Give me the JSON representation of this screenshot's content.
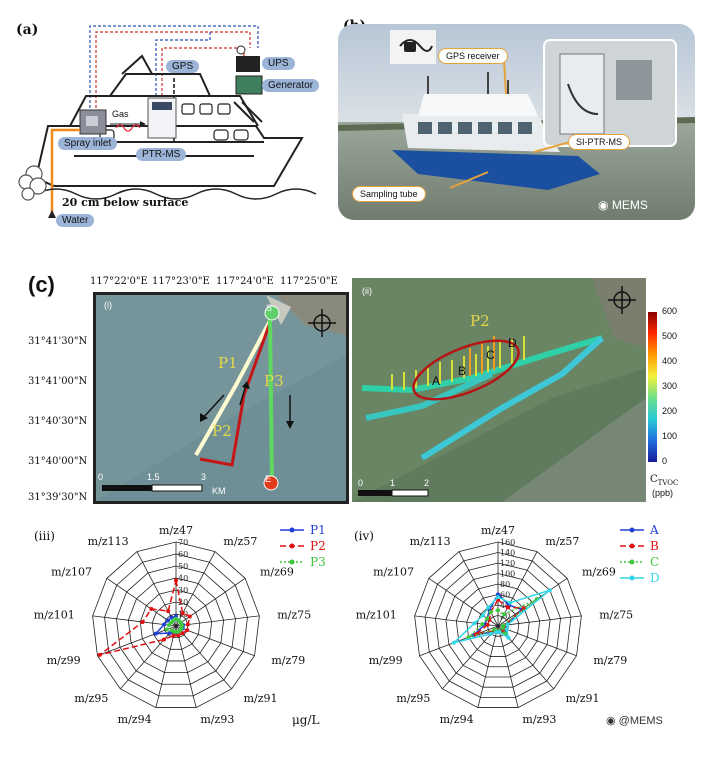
{
  "panel_a": {
    "label": "(a)",
    "labels": {
      "gps": "GPS",
      "ups": "UPS",
      "generator": "Generator",
      "gas": "Gas",
      "spray_inlet": "Spray inlet",
      "ptr_ms": "PTR-MS",
      "depth": "20 cm below surface",
      "water": "Water"
    }
  },
  "panel_b": {
    "label": "(b)",
    "callouts": {
      "gps_receiver": "GPS receiver",
      "si_ptr_ms": "SI-PTR-MS",
      "sampling_tube": "Sampling tube"
    },
    "watermark": "MEMS"
  },
  "panel_c": {
    "label": "(c)",
    "map_i": {
      "label": "(i)",
      "top_ticks": [
        "117°22'0\"E",
        "117°23'0\"E",
        "117°24'0\"E",
        "117°25'0\"E"
      ],
      "left_ticks": [
        "31°41'30\"N",
        "31°41'00\"N",
        "31°40'30\"N",
        "31°40'00\"N",
        "31°39'30\"N"
      ],
      "scale": [
        "0",
        "1.5",
        "3"
      ],
      "scale_unit": "KM",
      "paths": [
        "P1",
        "P2",
        "P3"
      ],
      "start": "S",
      "end": "E"
    },
    "map_ii": {
      "label": "(ii)",
      "region": "P2",
      "points": [
        "A",
        "B",
        "C",
        "D"
      ],
      "scale": [
        "0",
        "1",
        "2"
      ],
      "colorbar_ticks": [
        "600",
        "500",
        "400",
        "300",
        "200",
        "100",
        "0"
      ],
      "colorbar_label": "C",
      "colorbar_sub": "TVOC",
      "colorbar_unit": "(ppb)"
    }
  },
  "colors": {
    "p1": "#1f3fd6",
    "p2": "#e01010",
    "p3": "#3cc83c",
    "a": "#1f3fd6",
    "b": "#e01010",
    "c": "#3cc83c",
    "d": "#33d6e6",
    "pill": "#9bb4d8",
    "orange": "#f08a1c"
  },
  "chart_data": [
    {
      "type": "radar",
      "label": "(iii)",
      "unit": "μg/L",
      "axes": [
        "m/z47",
        "m/z57",
        "m/z69",
        "m/z75",
        "m/z79",
        "m/z91",
        "m/z93",
        "m/z94",
        "m/z95",
        "m/z99",
        "m/z101",
        "m/z107",
        "m/z113"
      ],
      "rticks": [
        10,
        20,
        30,
        40,
        50,
        60,
        70
      ],
      "rlim": [
        0,
        70
      ],
      "series": [
        {
          "name": "P1",
          "values": [
            8,
            5,
            5,
            6,
            6,
            5,
            6,
            6,
            8,
            18,
            10,
            8,
            8
          ]
        },
        {
          "name": "P2",
          "values": [
            38,
            12,
            14,
            10,
            10,
            8,
            8,
            8,
            15,
            68,
            28,
            25,
            14
          ]
        },
        {
          "name": "P3",
          "values": [
            6,
            5,
            5,
            5,
            5,
            5,
            5,
            5,
            5,
            8,
            6,
            5,
            5
          ]
        }
      ]
    },
    {
      "type": "radar",
      "label": "(iv)",
      "unit": "",
      "axes": [
        "m/z47",
        "m/z57",
        "m/z69",
        "m/z75",
        "m/z79",
        "m/z91",
        "m/z93",
        "m/z94",
        "m/z95",
        "m/z99",
        "m/z101",
        "m/z107",
        "m/z113"
      ],
      "rticks": [
        20,
        40,
        60,
        80,
        100,
        120,
        140,
        160
      ],
      "rlim": [
        0,
        160
      ],
      "series": [
        {
          "name": "A",
          "values": [
            60,
            45,
            55,
            15,
            15,
            20,
            10,
            12,
            15,
            50,
            25,
            25,
            35
          ]
        },
        {
          "name": "B",
          "values": [
            50,
            40,
            60,
            12,
            12,
            15,
            10,
            10,
            12,
            45,
            20,
            20,
            30
          ]
        },
        {
          "name": "C",
          "values": [
            30,
            25,
            90,
            10,
            10,
            20,
            10,
            10,
            10,
            60,
            30,
            25,
            30
          ]
        },
        {
          "name": "D",
          "values": [
            55,
            50,
            120,
            18,
            18,
            30,
            12,
            12,
            20,
            90,
            45,
            35,
            40
          ]
        }
      ]
    }
  ],
  "footer_watermark": "@MEMS"
}
